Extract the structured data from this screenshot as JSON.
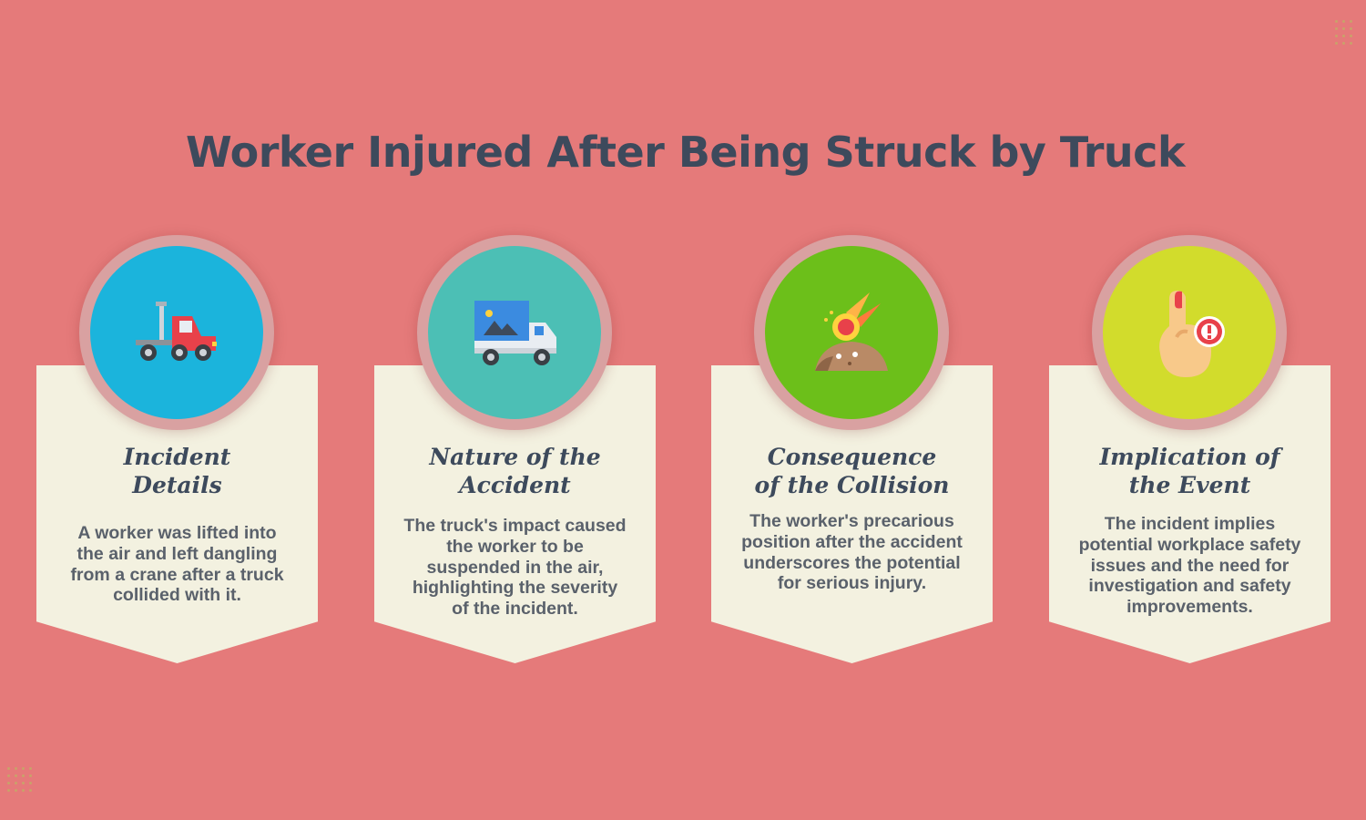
{
  "title": "Worker Injured After Being Struck by Truck",
  "colors": {
    "background": "#e57a7a",
    "panel": "#f3f1e0",
    "ring": "#d9a1a1",
    "text_dark": "#3d4a5c",
    "text_body": "#5a616b"
  },
  "cards": [
    {
      "heading_line1": "Incident",
      "heading_line2": "Details",
      "description": "A worker was lifted into the air and left dangling from a crane after a truck collided with it.",
      "icon": "tow-truck-icon",
      "disc_color": "#1bb4dc"
    },
    {
      "heading_line1": "Nature of the",
      "heading_line2": "Accident",
      "description": "The truck's impact caused the worker to be suspended in the air, highlighting the severity of the incident.",
      "icon": "delivery-truck-icon",
      "disc_color": "#4cbfb5"
    },
    {
      "heading_line1": "Consequence",
      "heading_line2": "of the Collision",
      "description": "The worker's precarious position after the accident underscores the potential for serious injury.",
      "icon": "meteor-impact-icon",
      "disc_color": "#6cbf1a"
    },
    {
      "heading_line1": "Implication of",
      "heading_line2": "the Event",
      "description": "The incident implies potential workplace safety issues and the need for investigation and safety improvements.",
      "icon": "injured-finger-icon",
      "disc_color": "#d2dc2c"
    }
  ]
}
